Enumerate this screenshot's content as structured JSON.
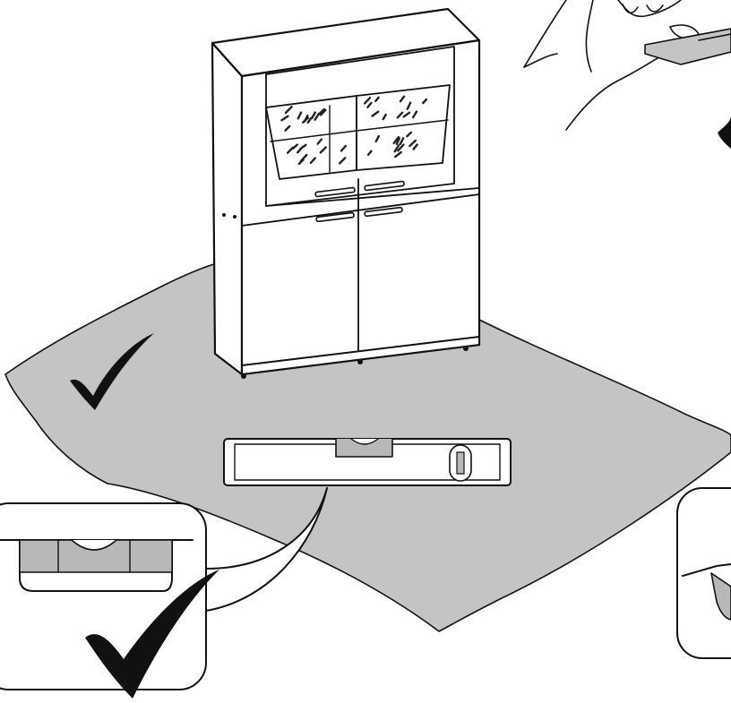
{
  "colors": {
    "ink": "#111111",
    "paper": "#ffffff",
    "floor_mat": "#c4c4c4",
    "level_vial": "#b8b8b8",
    "glass_pattern": "#222222"
  },
  "icons": [
    "checkmark-icon",
    "bubble-level-icon",
    "hand-icon"
  ],
  "callouts": [
    {
      "state": "level",
      "mark": "checkmark-icon"
    },
    {
      "state": "not-level",
      "mark": "none-visible"
    }
  ]
}
